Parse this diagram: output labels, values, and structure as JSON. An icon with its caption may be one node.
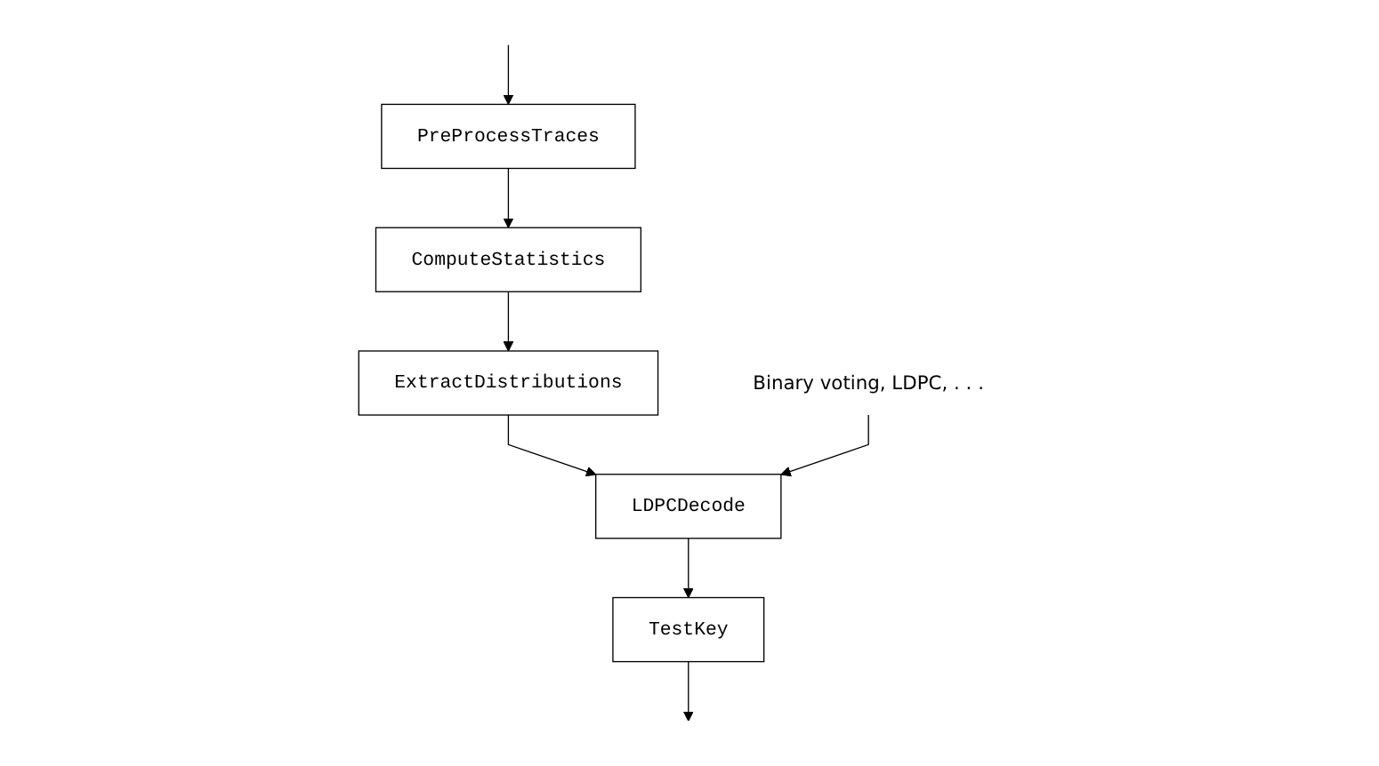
{
  "diagram": {
    "nodes": [
      {
        "text": [
          "PreProcessTraces"
        ]
      },
      {
        "text": [
          "ComputeStatistics"
        ]
      },
      {
        "text": [
          "ExtractDistributions"
        ]
      },
      {
        "text": [
          "LDPCDecode"
        ]
      },
      {
        "text": [
          "TestKey"
        ]
      },
      {
        "text": [
          "Binary voting, LDPC, . . ."
        ]
      }
    ],
    "edges": [
      {
        "from": null,
        "to": 0,
        "arrow": "to"
      },
      {
        "from": 0,
        "to": 1,
        "arrow": "to"
      },
      {
        "from": 1,
        "to": 2,
        "arrow": "to"
      },
      {
        "from": 2,
        "to": 3,
        "arrow": "to"
      },
      {
        "from": 3,
        "to": 4,
        "arrow": "to"
      },
      {
        "from": 4,
        "to": null,
        "arrow": "to"
      },
      {
        "from": 5,
        "to": 3,
        "arrow": "to"
      }
    ]
  }
}
